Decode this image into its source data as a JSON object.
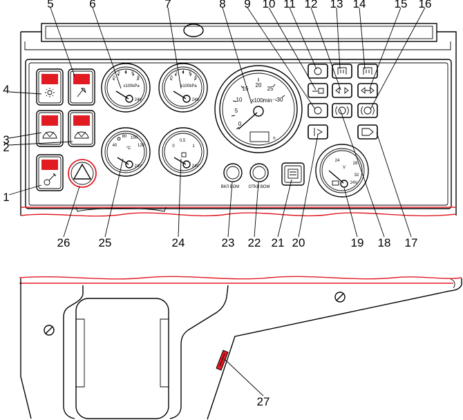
{
  "callouts": [
    "1",
    "2",
    "3",
    "4",
    "5",
    "6",
    "7",
    "8",
    "9",
    "10",
    "11",
    "12",
    "13",
    "14",
    "15",
    "16",
    "17",
    "18",
    "19",
    "20",
    "21",
    "22",
    "23",
    "24",
    "25",
    "26",
    "27"
  ],
  "tach": {
    "unit": "x100min⁻¹",
    "ticks": [
      "0",
      "5",
      "10",
      "15",
      "20",
      "25",
      "30"
    ],
    "sub": "h"
  },
  "temp_gauge": {
    "ticks": [
      "40",
      "80",
      "100",
      "120"
    ],
    "unit": "°C",
    "brand": "24V"
  },
  "oil_gauge": {
    "ticks": [
      "0",
      "0,5",
      "1"
    ],
    "brand": "24V"
  },
  "pressure_gauge_1": {
    "unit": "x100kPa",
    "brand": "24V"
  },
  "pressure_gauge_2": {
    "unit": "x100kPa",
    "brand": "24V"
  },
  "volt_gauge": {
    "ticks": [
      "24",
      "28",
      "32"
    ],
    "unit": "V",
    "brand": "24V"
  },
  "buttons": {
    "on": "ВКЛ ВОМ",
    "off": "ОТКЛ ВОМ"
  },
  "colors": {
    "accent": "#e21b23",
    "line": "#000000"
  }
}
